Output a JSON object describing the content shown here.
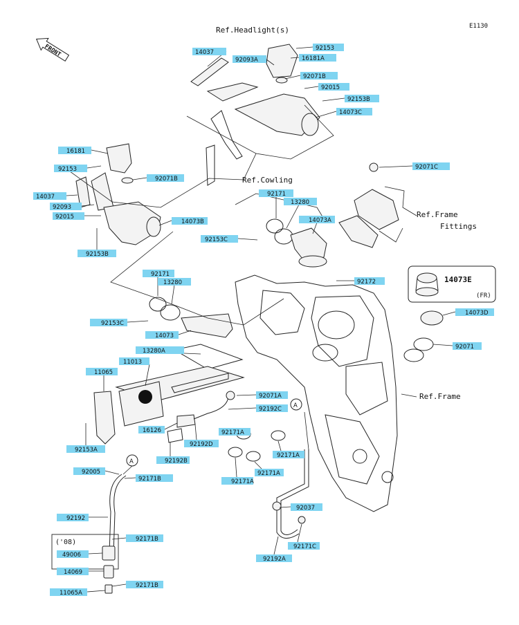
{
  "diagram_code": "E1130",
  "front_arrow": "FRONT",
  "refs": {
    "headlights": "Ref.Headlight(s)",
    "cowling": "Ref.Cowling",
    "frame_fittings_1": "Ref.Frame",
    "frame_fittings_2": "Fittings",
    "frame": "Ref.Frame"
  },
  "inset": {
    "part": "14073E",
    "note": "(FR)"
  },
  "year_note": "('08)",
  "circle_marker": "A",
  "colors": {
    "label_bg": "#7fd4f1",
    "line": "#222222"
  },
  "labels": [
    "14037",
    "92093A",
    "92153",
    "16181A",
    "92071B",
    "92015",
    "92153B",
    "14073C",
    "16181",
    "92153",
    "92071B",
    "14037",
    "92093",
    "92015",
    "14073B",
    "92153B",
    "92071C",
    "92171",
    "13280",
    "14073A",
    "92153C",
    "92171",
    "13280",
    "92153C",
    "14073",
    "92172",
    "14073D",
    "92071",
    "13280A",
    "11013",
    "11065",
    "92071A",
    "92192C",
    "16126",
    "92192D",
    "92171A",
    "92171A",
    "92171A",
    "92171A",
    "92153A",
    "92192B",
    "92005",
    "92171B",
    "92192",
    "92171B",
    "49006",
    "14069",
    "92171B",
    "11065A",
    "92037",
    "92171C",
    "92192A"
  ]
}
